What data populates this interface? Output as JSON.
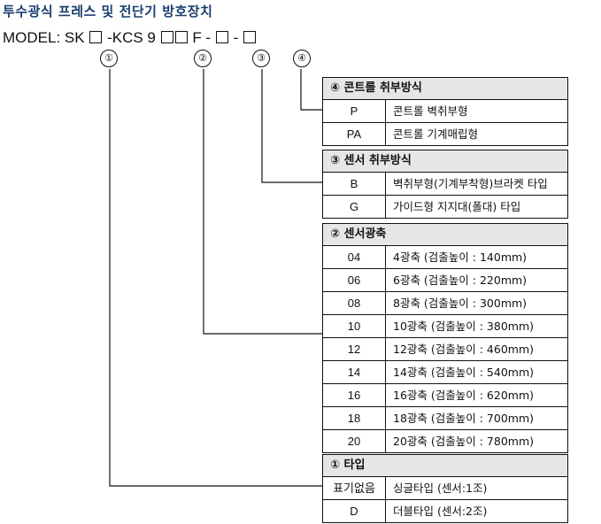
{
  "title": "투수광식 프레스 및 전단기 방호장치",
  "model": {
    "prefix": "MODEL: SK",
    "p2": "-KCS 9",
    "p3": "F -",
    "p4": "-"
  },
  "markers": [
    "①",
    "②",
    "③",
    "④"
  ],
  "tables": {
    "control": {
      "header": "④ 콘트롤 취부방식",
      "rows": [
        {
          "code": "P",
          "desc": "콘트롤 벽취부형"
        },
        {
          "code": "PA",
          "desc": "콘트롤 기계매립형"
        }
      ]
    },
    "sensor_mount": {
      "header": "③ 센서 취부방식",
      "rows": [
        {
          "code": "B",
          "desc": "벽취부형(기계부착형)브라켓 타입"
        },
        {
          "code": "G",
          "desc": "가이드형 지지대(폴대) 타입"
        }
      ]
    },
    "axes": {
      "header": "② 센서광축",
      "rows": [
        {
          "code": "04",
          "desc": "4광축  (검출높이 : 140mm)"
        },
        {
          "code": "06",
          "desc": "6광축  (검출높이 : 220mm)"
        },
        {
          "code": "08",
          "desc": "8광축  (검출높이 : 300mm)"
        },
        {
          "code": "10",
          "desc": "10광축 (검출높이 : 380mm)"
        },
        {
          "code": "12",
          "desc": "12광축 (검출높이 : 460mm)"
        },
        {
          "code": "14",
          "desc": "14광축 (검출높이 : 540mm)"
        },
        {
          "code": "16",
          "desc": "16광축 (검출높이 : 620mm)"
        },
        {
          "code": "18",
          "desc": "18광축 (검출높이 : 700mm)"
        },
        {
          "code": "20",
          "desc": "20광축 (검출높이 : 780mm)"
        }
      ]
    },
    "type": {
      "header": "① 타입",
      "rows": [
        {
          "code": "표기없음",
          "desc": "싱글타입 (센서:1조)"
        },
        {
          "code": "D",
          "desc": "더블타입 (센서:2조)"
        }
      ]
    }
  }
}
